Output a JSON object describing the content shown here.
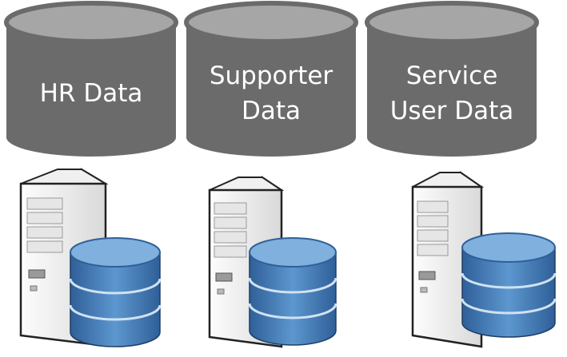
{
  "colors": {
    "cylinder_body": "#6b6b6b",
    "cylinder_top": "#a6a6a6",
    "cylinder_rim": "#5a5a5a",
    "cylinder_text": "#ffffff",
    "server_case": "#e8e8e8",
    "server_side": "#bdbdbd",
    "disk_blue": "#3f78b5",
    "disk_top": "#9cc3e6"
  },
  "data_stores": [
    {
      "lines": [
        "HR Data"
      ]
    },
    {
      "lines": [
        "Supporter",
        "Data"
      ]
    },
    {
      "lines": [
        "Service",
        "User Data"
      ]
    }
  ],
  "servers": [
    {
      "icon": "server-database-icon"
    },
    {
      "icon": "server-database-icon"
    },
    {
      "icon": "server-database-icon"
    }
  ]
}
